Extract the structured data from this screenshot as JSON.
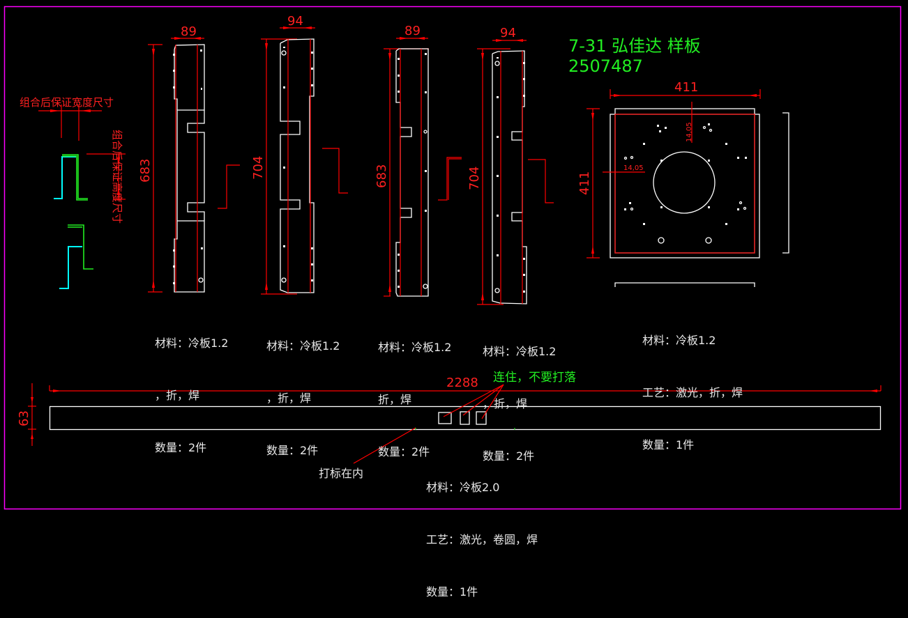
{
  "drawing": {
    "title": "7-31 弘佳达 样板",
    "order_number": "2507487",
    "border_color": "#ff00ff",
    "colors": {
      "dimension": "#ff0000",
      "geometry": "#ffffff",
      "annotation_green": "#22ee22",
      "profile_cyan": "#00ffff"
    }
  },
  "legend": {
    "width_note": "组合后保证宽度尺寸",
    "height_note": "组合后保证高度尺寸"
  },
  "parts": [
    {
      "id": "part-1",
      "width_dim": "89",
      "height_dim": "683",
      "notes": [
        "材料：冷板1.2",
        "，折，焊",
        "数量：2件"
      ]
    },
    {
      "id": "part-2",
      "width_dim": "94",
      "height_dim": "704",
      "notes": [
        "材料：冷板1.2",
        "，折，焊",
        "数量：2件"
      ]
    },
    {
      "id": "part-3",
      "width_dim": "89",
      "height_dim": "683",
      "notes": [
        "材料：冷板1.2",
        "折，焊",
        "数量：2件"
      ]
    },
    {
      "id": "part-4",
      "width_dim": "94",
      "height_dim": "704",
      "notes": [
        "材料：冷板1.2",
        "，折，焊",
        "数量：2件"
      ]
    },
    {
      "id": "part-5",
      "width_dim": "411",
      "height_dim": "411",
      "offset_dim_a": "14,05",
      "offset_dim_b": "14,05",
      "notes": [
        "材料：冷板1.2",
        "工艺：激光，折，焊",
        "数量：1件"
      ]
    },
    {
      "id": "part-6",
      "length_dim": "2288",
      "height_dim": "63",
      "callout": "连住，不要打落",
      "mark_note": "打标在内",
      "notes": [
        "材料：冷板2.0",
        "工艺：激光，卷圆，焊",
        "数量：1件"
      ]
    }
  ]
}
